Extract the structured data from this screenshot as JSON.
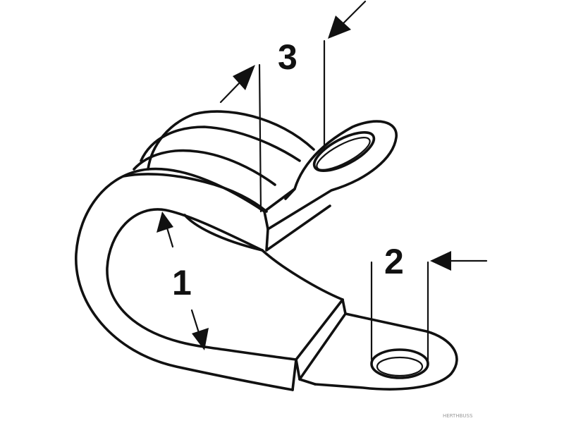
{
  "diagram": {
    "labels": {
      "dimension_1": "1",
      "dimension_2": "2",
      "dimension_3": "3"
    },
    "watermark": "HERTHBUSS",
    "colors": {
      "line": "#111111",
      "background": "#ffffff"
    }
  }
}
